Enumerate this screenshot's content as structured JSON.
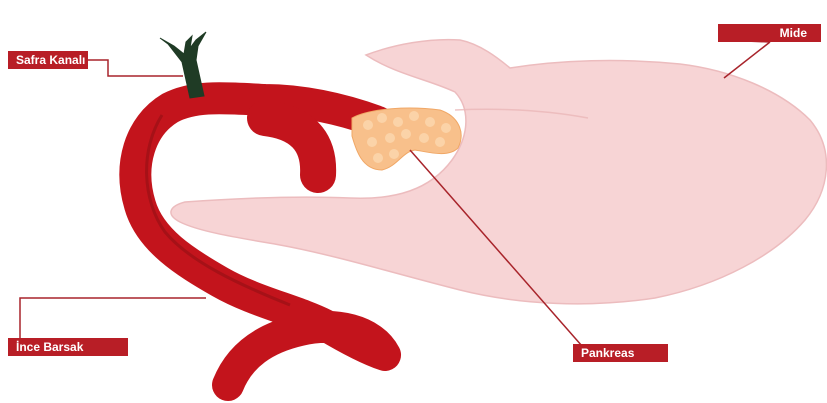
{
  "diagram": {
    "labels": {
      "bile_duct": "Safra Kanalı",
      "small_intestine": "İnce Barsak",
      "pancreas": "Pankreas",
      "stomach": "Mide"
    },
    "colors": {
      "stomach": "#f7d4d5",
      "stomach_outline": "#e9b4b6",
      "intestine": "#c3141c",
      "intestine_dark": "#8e0e14",
      "pancreas": "#f8c08b",
      "bile_duct": "#1f3b25",
      "label_bg": "#b81e26",
      "leader_line": "#a8242b"
    }
  }
}
